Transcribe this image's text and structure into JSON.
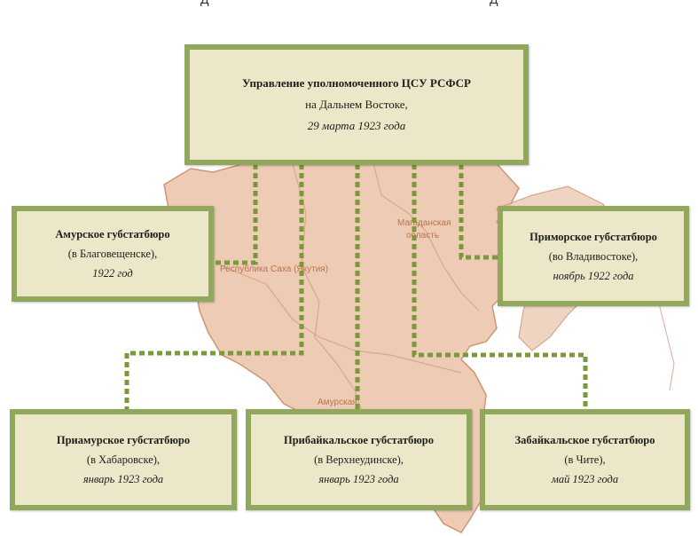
{
  "top_strip": {
    "left_fragment": "Д",
    "right_fragment": "Д"
  },
  "map": {
    "label_yakutia": "Республика Саха (Якутия)",
    "label_magadan_1": "Магаданская",
    "label_magadan_2": "область",
    "label_amur": "Амурская"
  },
  "boxes": {
    "main": {
      "line1": "Управление уполномоченного ЦСУ РСФСР",
      "line2": "на Дальнем Востоке,",
      "line3": "29 марта 1923 года"
    },
    "amur": {
      "line1": "Амурское губстатбюро",
      "line2": "(в Благовещенске),",
      "line3": "1922 год"
    },
    "primorye": {
      "line1": "Приморское губстатбюро",
      "line2": "(во Владивостоке),",
      "line3": "ноябрь 1922 года"
    },
    "priamur": {
      "line1": "Приамурское губстатбюро",
      "line2": "(в Хабаровске),",
      "line3": "январь 1923 года"
    },
    "pribaikal": {
      "line1": "Прибайкальское губстатбюро",
      "line2": "(в Верхнеудинске),",
      "line3": "январь 1923 года"
    },
    "zabaikal": {
      "line1": "Забайкальское губстатбюро",
      "line2": "(в Чите),",
      "line3": "май 1923 года"
    }
  },
  "colors": {
    "box_border": "#91a85c",
    "box_fill": "#ebe7c8",
    "connector": "#7a9a3a",
    "map_fill": "#ecc6ae",
    "map_border": "#c98a66"
  }
}
